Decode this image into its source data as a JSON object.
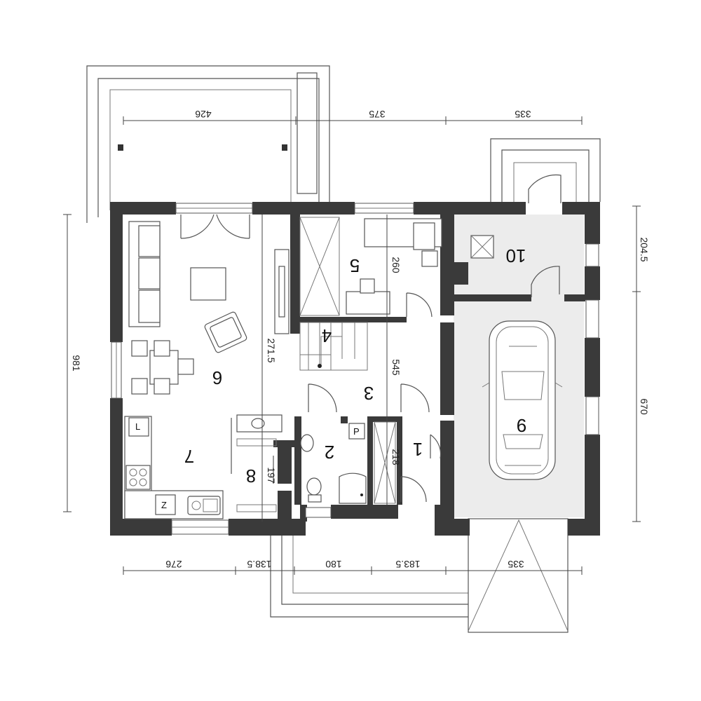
{
  "rooms": {
    "r1": "1",
    "r2": "2",
    "r3": "3",
    "r4": "4",
    "r5": "5",
    "r6": "6",
    "r7": "7",
    "r8": "8",
    "r9": "9",
    "r10": "10"
  },
  "dimensions": {
    "top": [
      "426",
      "375",
      "335"
    ],
    "bottom": [
      "276",
      "138.5",
      "180",
      "183.5",
      "335"
    ],
    "left": "981",
    "right_upper": "204.5",
    "right_lower": "670",
    "inner": [
      "271.5",
      "260",
      "545",
      "218",
      "197"
    ]
  },
  "kitchen_labels": [
    "L",
    "Z"
  ],
  "fixture_label": "P",
  "colors": {
    "wall": "#3a3a3a",
    "garage_floor": "#ececec"
  }
}
